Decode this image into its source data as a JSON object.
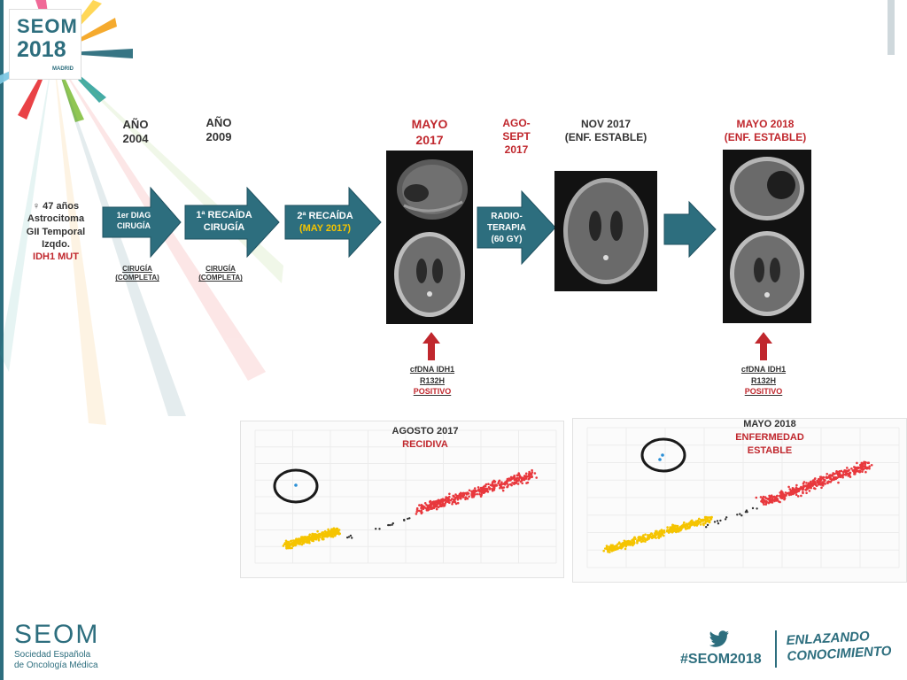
{
  "logo": {
    "brand": "SEOM",
    "year": "2018",
    "city": "MADRID"
  },
  "patient": {
    "line1": "♀ 47 años",
    "line2": "Astrocitoma",
    "line3": "GII Temporal",
    "line4": "Izqdo.",
    "mutation": "IDH1 MUT"
  },
  "timeline": {
    "ano2004": {
      "line1": "AÑO",
      "line2": "2004"
    },
    "ano2009": {
      "line1": "AÑO",
      "line2": "2009"
    },
    "mayo2017": {
      "line1": "MAYO",
      "line2": "2017"
    },
    "agosept": {
      "line1": "AGO-",
      "line2": "SEPT",
      "line3": "2017"
    },
    "nov2017": {
      "line1": "NOV 2017",
      "line2": "(ENF. ESTABLE)"
    },
    "mayo2018": {
      "line1": "MAYO 2018",
      "line2": "(ENF. ESTABLE)"
    }
  },
  "arrows": {
    "diag": {
      "line1": "1er DIAG",
      "line2": "CIRUGÍA"
    },
    "recaida1": {
      "line1": "1ª RECAÍDA",
      "line2": "CIRUGÍA"
    },
    "recaida2": {
      "line1": "2ª RECAÍDA",
      "line2": "(MAY 2017)"
    },
    "radio": {
      "line1": "RADIO-",
      "line2": "TERAPIA",
      "line3": "(60 GY)"
    }
  },
  "surgery_notes": {
    "first": {
      "line1": "CIRUGÍA",
      "line2": "(COMPLETA)"
    },
    "second": {
      "line1": "CIRUGÍA",
      "line2": "(COMPLETA)"
    }
  },
  "cfdna": {
    "left": {
      "line1": "cfDNA IDH1",
      "line2": "R132H",
      "line3": "POSITIVO"
    },
    "right": {
      "line1": "cfDNA IDH1",
      "line2": "R132H",
      "line3": "POSITIVO"
    }
  },
  "plots": {
    "left": {
      "line1": "AGOSTO 2017",
      "line2": "RECIDIVA"
    },
    "right": {
      "line1": "MAYO 2018",
      "line2": "ENFERMEDAD",
      "line3": "ESTABLE"
    }
  },
  "colors": {
    "teal": "#2d6e7e",
    "red": "#c0272d",
    "yellow_cluster": "#f5c400",
    "red_cluster": "#e8383d",
    "gray_cluster": "#333333",
    "blue_point": "#2a8fd6"
  },
  "footer": {
    "brand": "SEOM",
    "society_line1": "Sociedad Española",
    "society_line2": "de Oncología Médica",
    "hashtag": "#SEOM2018",
    "slogan_line1": "ENLAZANDO",
    "slogan_line2": "CONOCIMIENTO",
    "twitter_icon": "twitter-bird-icon"
  }
}
